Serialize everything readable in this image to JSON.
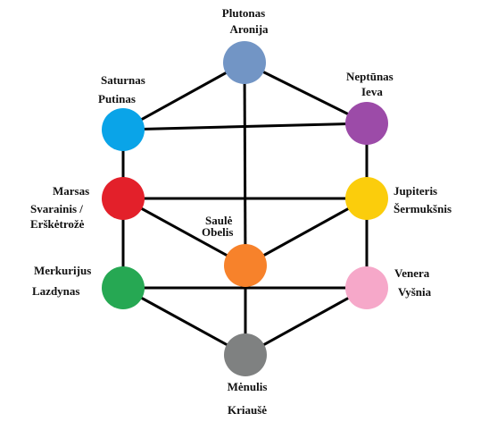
{
  "colors": {
    "background": "#ffffff",
    "line": "#000000",
    "text": "#111111"
  },
  "nodes": [
    {
      "id": "plutonas",
      "planet": "Plutonas",
      "tree": "Aronija",
      "color": "#7295c5"
    },
    {
      "id": "saturnas",
      "planet": "Saturnas",
      "tree": "Putinas",
      "color": "#0aa4e8"
    },
    {
      "id": "neptunas",
      "planet": "Neptūnas",
      "tree": "Ieva",
      "color": "#9c4ba8"
    },
    {
      "id": "marsas",
      "planet": "Marsas",
      "tree": "Svarainis /",
      "tree2": "Erškėtrožė",
      "color": "#e3202a"
    },
    {
      "id": "jupiteris",
      "planet": "Jupiteris",
      "tree": "Šermukšnis",
      "color": "#fbcd0c"
    },
    {
      "id": "saule",
      "planet": "Saulė",
      "tree": "Obelis",
      "color": "#f7822b"
    },
    {
      "id": "merkurijus",
      "planet": "Merkurijus",
      "tree": "Lazdynas",
      "color": "#26a853"
    },
    {
      "id": "venera",
      "planet": "Venera",
      "tree": "Vyšnia",
      "color": "#f6a8c9"
    },
    {
      "id": "menulis",
      "planet": "Mėnulis",
      "tree": "Kriaušė",
      "color": "#7f8181"
    }
  ],
  "edges": [
    [
      "plutonas",
      "saturnas"
    ],
    [
      "plutonas",
      "neptunas"
    ],
    [
      "plutonas",
      "saule"
    ],
    [
      "saturnas",
      "neptunas"
    ],
    [
      "saturnas",
      "marsas"
    ],
    [
      "neptunas",
      "jupiteris"
    ],
    [
      "marsas",
      "jupiteris"
    ],
    [
      "marsas",
      "saule"
    ],
    [
      "marsas",
      "merkurijus"
    ],
    [
      "jupiteris",
      "saule"
    ],
    [
      "jupiteris",
      "venera"
    ],
    [
      "merkurijus",
      "venera"
    ],
    [
      "merkurijus",
      "menulis"
    ],
    [
      "venera",
      "menulis"
    ],
    [
      "saule",
      "menulis"
    ]
  ]
}
